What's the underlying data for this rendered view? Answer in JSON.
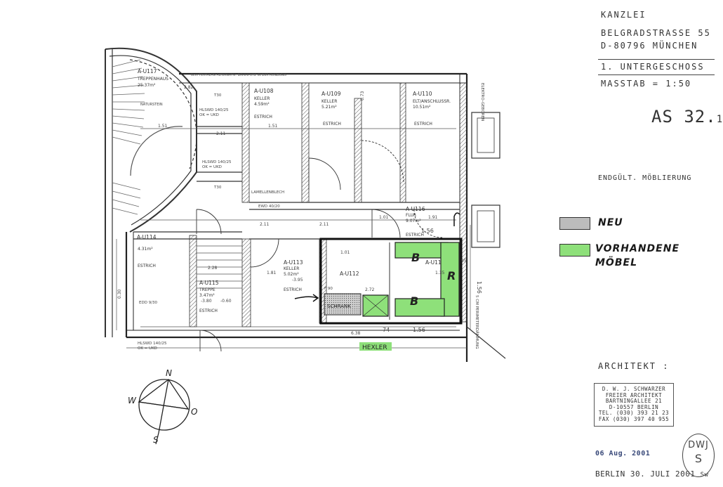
{
  "title_block": {
    "line1": "KANZLEI",
    "line2": "BELGRADSTRASSE 55",
    "line3": "D-80796  MÜNCHEN",
    "floor": "1. UNTERGESCHOSS",
    "scale": "MASSTAB = 1:50",
    "plan_no_main": "AS 32.",
    "plan_no_sub": "1",
    "status": "ENDGÜLT. MÖBLIERUNG"
  },
  "legend": {
    "new_label": "NEU",
    "existing_label_1": "VORHANDENE",
    "existing_label_2": "MÖBEL",
    "new_color": "#bcbcbc",
    "existing_color": "#8ee07a"
  },
  "architect": {
    "heading": "ARCHITEKT :",
    "lines": [
      "D. W. J. SCHWARZER",
      "FREIER ARCHITEKT",
      "BARTNINGALLEE 21",
      "D-10557 BERLIN",
      "TEL. (030) 393 21 23",
      "FAX (030) 397 40 955"
    ],
    "date_stamp": "06 Aug. 2001",
    "signature_date": "BERLIN 30. JULI 2001",
    "signature_initials": "Sw",
    "stamp_top": "DWJ",
    "stamp_bottom": "S"
  },
  "compass": {
    "n": "N",
    "o": "O",
    "s": "S",
    "w": "W"
  },
  "rooms": {
    "u117": {
      "id": "A-U117",
      "name": "TREPPENHAUS",
      "area": "25.37m²"
    },
    "u108": {
      "id": "A-U108",
      "name": "KELLER",
      "area": "4.59m²",
      "floor": "ESTRICH"
    },
    "u109": {
      "id": "A-U109",
      "name": "KELLER",
      "area": "5.21m²",
      "floor": "ESTRICH"
    },
    "u110": {
      "id": "A-U110",
      "name": "ELT/ANSCHLUSSR.",
      "area": "10.51m²",
      "floor": "ESTRICH"
    },
    "u116": {
      "id": "A-U116",
      "name": "FLUR",
      "area": "9.07m²",
      "floor": "ESTRICH"
    },
    "u112": {
      "id": "A-U112"
    },
    "u111": {
      "id": "A-U11"
    },
    "u113": {
      "id": "A-U113",
      "name": "KELLER",
      "area": "5.02m²",
      "floor": "ESTRICH"
    },
    "u114": {
      "id": "A-U114",
      "area": "4.31m²",
      "floor": "ESTRICH"
    },
    "u115": {
      "id": "A-U115",
      "name": "TREPPE",
      "area": "3.47m²",
      "floor": "ESTRICH"
    }
  },
  "labels": {
    "hexler": "HEXLER",
    "schrank": "SCHRANK",
    "elektro": "ELEKTRO-GEBOREN",
    "lichtschacht": "NATURSTEIN",
    "hlswd1": "HLSWD 140/25",
    "okukd": "OK = UKD",
    "t30": "T30",
    "ewd": "EWD 40/20",
    "f90": "F 90",
    "lamellen": "LAMELLENBLECH",
    "textalan": "6cm TEXTALAN ALTERNATIV: DÄMMPUTZ IN DER RUNDUNG",
    "edd": "EDD 9/30",
    "wanddicke": "5 CM PERIMETERDÄMMUNG",
    "dims": [
      "1.51",
      "2.11",
      "1.81",
      "1.01",
      "1.56",
      "2.28",
      "6.38",
      "74",
      "95",
      "1.35",
      "1.91",
      "0.30",
      "0.73",
      "2.72",
      "2.82",
      "-3.95",
      "-3.80",
      "-0.60"
    ]
  },
  "furniture": {
    "mark_b1": "B",
    "mark_b2": "B",
    "mark_r": "R"
  }
}
